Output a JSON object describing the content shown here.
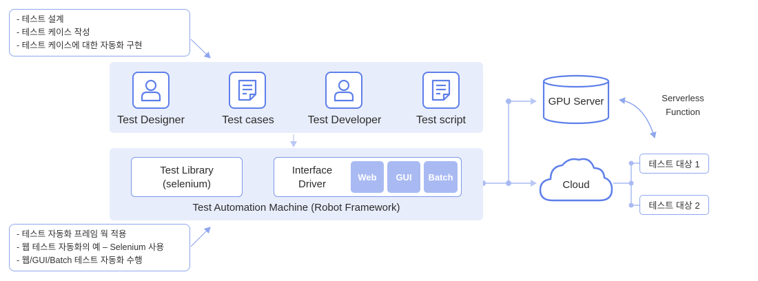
{
  "top_note": {
    "lines": [
      "- 테스트 설계",
      "- 테스트 케이스 작성",
      "- 테스트 케이스에 대한 자동화 구현"
    ]
  },
  "bottom_note": {
    "lines": [
      "- 테스트 자동화 프레임 웍 적용",
      "- 웹 테스트 자동화의 예 – Selenium 사용",
      "- 웹/GUI/Batch 테스트 자동화 수행"
    ]
  },
  "workflow": {
    "steps": [
      {
        "label": "Test Designer",
        "icon": "person-icon"
      },
      {
        "label": "Test cases",
        "icon": "document-icon"
      },
      {
        "label": "Test Developer",
        "icon": "person-icon"
      },
      {
        "label": "Test script",
        "icon": "document-icon"
      }
    ]
  },
  "machine": {
    "title": "Test Automation Machine (Robot Framework)",
    "library_line1": "Test Library",
    "library_line2": "(selenium)",
    "driver_line1": "Interface",
    "driver_line2": "Driver",
    "chips": [
      "Web",
      "GUI",
      "Batch"
    ]
  },
  "gpu_server": {
    "label": "GPU Server"
  },
  "serverless": {
    "line1": "Serverless",
    "line2": "Function"
  },
  "cloud": {
    "label": "Cloud"
  },
  "targets": [
    "테스트 대상 1",
    "테스트 대상 2"
  ],
  "colors": {
    "accent": "#5e7fea",
    "line": "#a9baf3",
    "panel": "#e8edfb",
    "chip": "#a9baf3"
  }
}
